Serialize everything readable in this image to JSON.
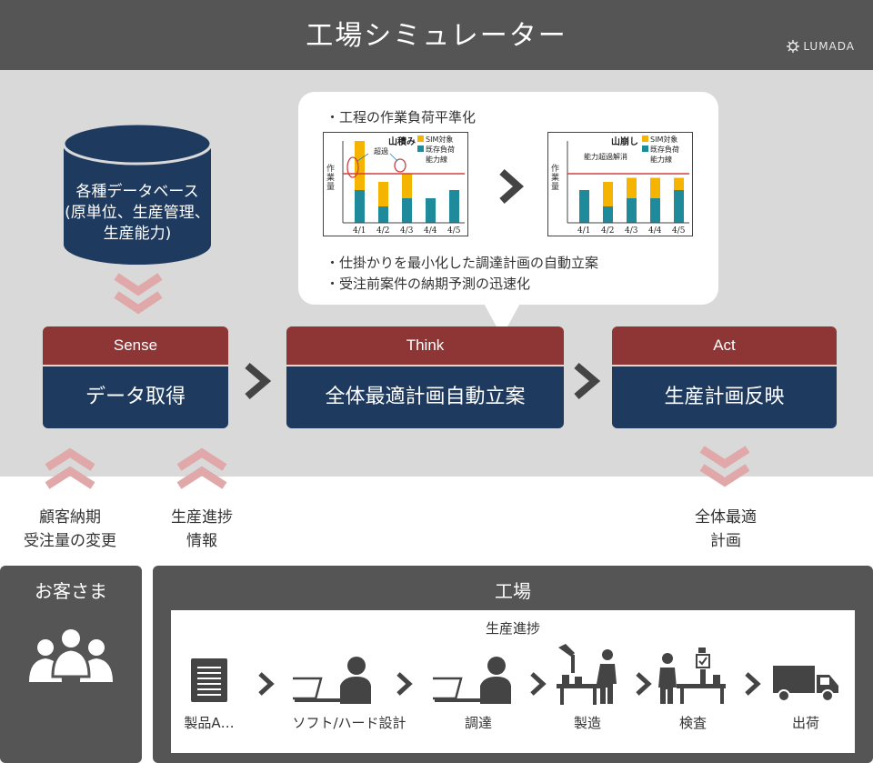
{
  "header": {
    "title": "工場シミュレーター",
    "logo_text": "LUMADA"
  },
  "database": {
    "line1": "各種データベース",
    "line2": "(原単位、生産管理、",
    "line3": "生産能力)"
  },
  "callout": {
    "item1": "・工程の作業負荷平準化",
    "item2": "・仕掛かりを最小化した調達計画の自動立案",
    "item3": "・受注前案件の納期予測の迅速化"
  },
  "charts": {
    "before": {
      "title": "山積み",
      "annotation": "超過",
      "ylabel": "作業量",
      "legend": [
        "SIM対象",
        "既存負荷",
        "能力線"
      ]
    },
    "after": {
      "title": "山崩し",
      "annotation": "能力超過解消",
      "ylabel": "作業量",
      "legend": [
        "SIM対象",
        "既存負荷",
        "能力線"
      ]
    },
    "categories": [
      "4/1",
      "4/2",
      "4/3",
      "4/4",
      "4/5"
    ]
  },
  "chart_data": [
    {
      "type": "bar",
      "title": "山積み",
      "ylabel": "作業量",
      "categories": [
        "4/1",
        "4/2",
        "4/3",
        "4/4",
        "4/5"
      ],
      "series": [
        {
          "name": "既存負荷",
          "values": [
            4,
            2,
            3,
            3,
            4
          ]
        },
        {
          "name": "SIM対象",
          "values": [
            6,
            3,
            3,
            0,
            0
          ]
        }
      ],
      "capacity_line": {
        "name": "能力線",
        "value": 6
      }
    },
    {
      "type": "bar",
      "title": "山崩し",
      "ylabel": "作業量",
      "categories": [
        "4/1",
        "4/2",
        "4/3",
        "4/4",
        "4/5"
      ],
      "series": [
        {
          "name": "既存負荷",
          "values": [
            4,
            2,
            3,
            3,
            4
          ]
        },
        {
          "name": "SIM対象",
          "values": [
            0,
            3,
            2.5,
            2.5,
            1.5
          ]
        }
      ],
      "capacity_line": {
        "name": "能力線",
        "value": 6
      }
    }
  ],
  "stages": [
    {
      "head": "Sense",
      "body": "データ取得"
    },
    {
      "head": "Think",
      "body": "全体最適計画自動立案"
    },
    {
      "head": "Act",
      "body": "生産計画反映"
    }
  ],
  "inputs": {
    "customer": [
      "顧客納期",
      "受注量の変更"
    ],
    "progress": [
      "生産進捗",
      "情報"
    ],
    "plan": [
      "全体最適",
      "計画"
    ]
  },
  "customer": {
    "title": "お客さま"
  },
  "factory": {
    "title": "工場",
    "progress_label": "生産進捗",
    "processes": [
      "製品A…",
      "ソフト/ハード設計",
      "調達",
      "製造",
      "検査",
      "出荷"
    ]
  },
  "colors": {
    "header": "#555555",
    "panel": "#d9d9d9",
    "stage_head": "#8e3535",
    "stage_body": "#1e3a5f",
    "chevron_pink": "#e0a8a8",
    "chevron_dark": "#444444",
    "sim_bar": "#f5b400",
    "existing_bar": "#1f8a9a",
    "capacity_line": "#d04040"
  },
  "icons": {
    "logo": "gear-icon",
    "customers": "people-icon",
    "processes": [
      "document-icon",
      "laptop-user-icon",
      "laptop-user-icon",
      "factory-worker-robot-icon",
      "inspection-icon",
      "truck-icon"
    ]
  }
}
